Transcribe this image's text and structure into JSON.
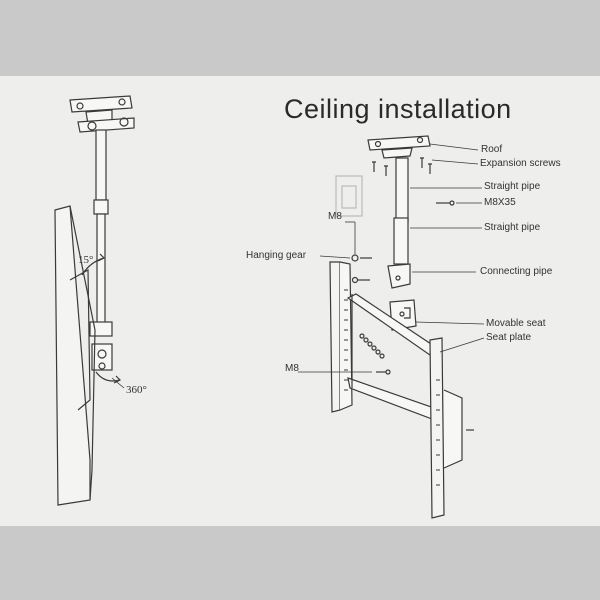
{
  "title": "Ceiling installation",
  "left_labels": {
    "tilt": "15°",
    "rotation": "360°"
  },
  "labels": {
    "roof": "Roof",
    "expansion_screws": "Expansion screws",
    "straight_pipe_1": "Straight pipe",
    "bolt_m8x35": "M8X35",
    "straight_pipe_2": "Straight pipe",
    "m8_top": "M8",
    "hanging_gear": "Hanging gear",
    "connecting_pipe": "Connecting pipe",
    "movable_seat": "Movable seat",
    "seat_plate": "Seat plate",
    "m8_bottom": "M8"
  },
  "colors": {
    "paper": "#eeeeec",
    "border": "#c9c9c9",
    "ink": "#333333"
  }
}
